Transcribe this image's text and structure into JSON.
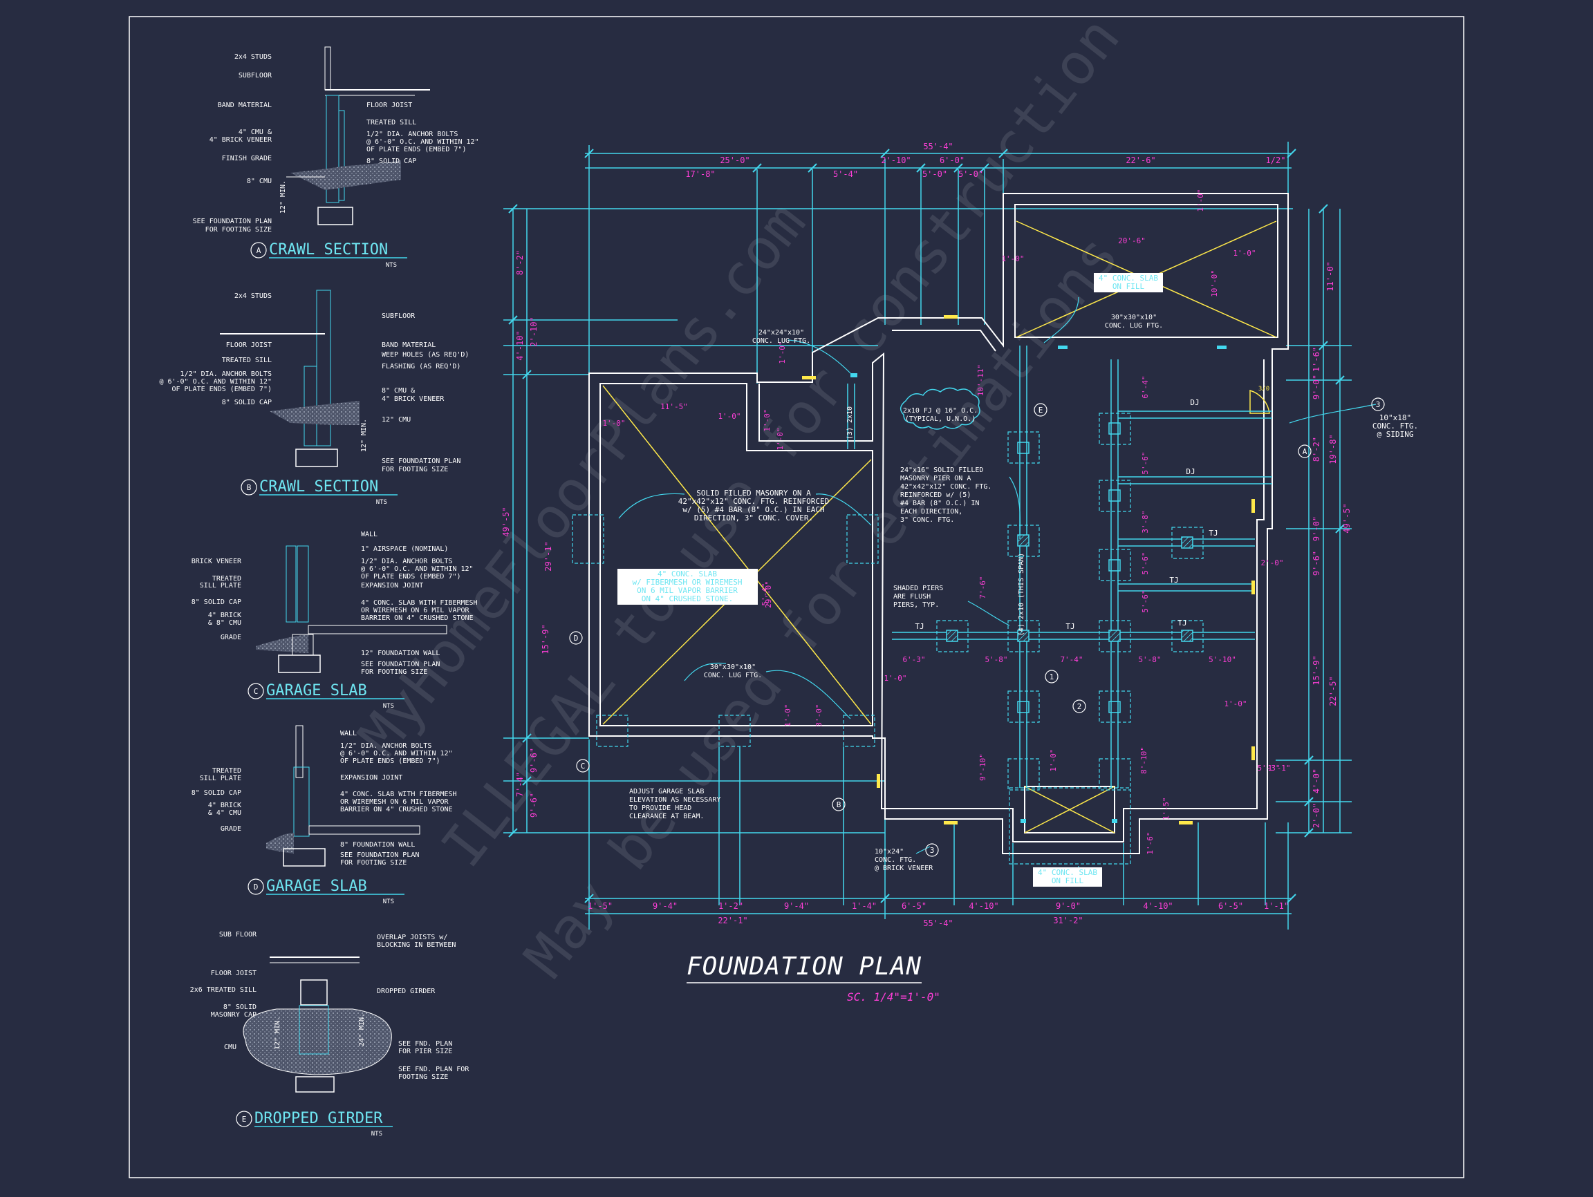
{
  "colors": {
    "background": "#272c41",
    "cyan": "#43d8ee",
    "white": "#ffffff",
    "magenta": "#ff3fd8",
    "yellow": "#ffe94a"
  },
  "plan": {
    "title": "FOUNDATION PLAN",
    "scale": "SC. 1/4\"=1'-0\"",
    "overall_top": "55'-4\"",
    "overall_bottom": "55'-4\"",
    "top_row": [
      "25'-0\"",
      "2'-10\"",
      "6'-0\"",
      "22'-6\"",
      "1/2\""
    ],
    "top_row2": [
      "17'-8\"",
      "5'-4\"",
      "5'-0\"",
      "5'-0\""
    ],
    "bottom_row": [
      "1'-5\"",
      "9'-4\"",
      "1'-2\"",
      "9'-4\"",
      "1'-4\"",
      "6'-5\"",
      "4'-10\"",
      "9'-0\"",
      "4'-10\"",
      "6'-5\"",
      "1'-1\""
    ],
    "bottom_row2": [
      "22'-1\"",
      "31'-2\""
    ],
    "left_dims": [
      "8'-2\"",
      "4'-10\"",
      "2'-10\"",
      "49'-5\"",
      "29'-1\"",
      "15'-9\"",
      "9'-6\"",
      "7'-4\"",
      "9'-6\""
    ],
    "right_dims": [
      "11'-0\"",
      "1'-6\"",
      "9'-0\"",
      "8'-2\"",
      "19'-8\"",
      "49'-5\"",
      "9'-0\"",
      "9'-6\"",
      "15'-9\"",
      "22'-5\"",
      "4'-0\"",
      "2'-0\""
    ],
    "room_dims": [
      "20'-6\"",
      "10'-0\"",
      "1'-0\"",
      "1'-0\"",
      "1'-0\"",
      "11'-5\"",
      "1'-0\"",
      "1'-0\"",
      "1'-0\"",
      "1'-0\"",
      "1'-0\"",
      "10'-11\"",
      "6'-4\"",
      "5'-6\"",
      "3'-8\"",
      "5'-6\"",
      "7'-6\"",
      "5'-6\"",
      "9'-10\"",
      "8'-10\"",
      "6'-3\"",
      "5'-8\"",
      "7'-4\"",
      "5'-8\"",
      "5'-10\"",
      "2'-0\"",
      "1'-0\"",
      "1'-0\"",
      "1'-0\"",
      "1'-0\"",
      "3'-0\"",
      "29'-0\"",
      "5'-4\"",
      "1'-5\"",
      "1'-6\"",
      "1'-1\"",
      "5'-3\""
    ],
    "notes": {
      "top_slab": [
        "4\" CONC. SLAB",
        "ON FILL"
      ],
      "lug_top": [
        "30\"x30\"x10\"",
        "CONC. LUG FTG."
      ],
      "lug_mid": [
        "24\"x24\"x10\"",
        "CONC. LUG FTG."
      ],
      "joist_note": [
        "2x10 FJ @ 16\" O.C.",
        "(TYPICAL, U.N.O.)"
      ],
      "masonry_note": [
        "SOLID FILLED MASONRY ON A",
        "42\"x42\"x12\" CONC. FTG. REINFORCED",
        "w/ (5) #4 BAR (8\" O.C.) IN EACH",
        "DIRECTION, 3\" CONC. COVER."
      ],
      "garage_slab": [
        "4\" CONC. SLAB",
        "w/ FIBERMESH OR WIREMESH",
        "ON 6 MIL VAPOR BARRIER",
        "ON 4\" CRUSHED STONE."
      ],
      "lug_garage": [
        "30\"x30\"x10\"",
        "CONC. LUG FTG."
      ],
      "pier_note": [
        "24\"x16\" SOLID FILLED",
        "MASONRY PIER ON A",
        "42\"x42\"x12\" CONC. FTG.",
        "REINFORCED w/ (5)",
        "#4 BAR (8\" O.C.) IN",
        "EACH DIRECTION,",
        "3\" CONC. FTG."
      ],
      "shaded_piers": [
        "SHADED PIERS",
        "ARE FLUSH",
        "PIERS, TYP."
      ],
      "siding_ftg": [
        "10\"x18\"",
        "CONC. FTG.",
        "@ SIDING"
      ],
      "brick_ftg": [
        "10\"x24\"",
        "CONC. FTG.",
        "@ BRICK VENEER"
      ],
      "adjust_note": [
        "ADJUST GARAGE SLAB",
        "ELEVATION AS NECESSARY",
        "TO PROVIDE HEAD",
        "CLEARANCE AT BEAM."
      ],
      "bottom_slab": [
        "4\" CONC. SLAB",
        "ON FILL"
      ],
      "girder": "(4) 2x10 (THIS SPAN)",
      "beam2": "(3) 2x10"
    },
    "markers": {
      "dj": "DJ",
      "tj": "TJ",
      "a": "A",
      "b": "B",
      "c": "C",
      "d": "D",
      "e": "E",
      "n1": "1",
      "n2": "2",
      "n3": "3",
      "cr": "3/0"
    }
  },
  "details": {
    "nts": "NTS",
    "a": {
      "letter": "A",
      "title": "CRAWL SECTION",
      "labels": [
        "2x4 STUDS",
        "SUBFLOOR",
        "BAND MATERIAL",
        "FLOOR JOIST",
        "TREATED SILL",
        "4\" CMU &",
        "4\" BRICK VENEER",
        "1/2\" DIA. ANCHOR BOLTS",
        "@ 6'-0\" O.C. AND WITHIN 12\"",
        "OF PLATE ENDS (EMBED 7\")",
        "FINISH GRADE",
        "8\" SOLID CAP",
        "8\" CMU",
        "12\" MIN.",
        "SEE FOUNDATION PLAN",
        "FOR FOOTING SIZE"
      ]
    },
    "b": {
      "letter": "B",
      "title": "CRAWL SECTION",
      "labels": [
        "2x4 STUDS",
        "SUBFLOOR",
        "FLOOR JOIST",
        "BAND MATERIAL",
        "TREATED SILL",
        "WEEP HOLES (AS REQ'D)",
        "FLASHING (AS REQ'D)",
        "1/2\" DIA. ANCHOR BOLTS",
        "@ 6'-0\" O.C. AND WITHIN 12\"",
        "OF PLATE ENDS (EMBED 7\")",
        "8\" CMU &",
        "4\" BRICK VENEER",
        "8\" SOLID CAP",
        "12\" CMU",
        "12\" MIN.",
        "SEE FOUNDATION PLAN",
        "FOR FOOTING SIZE"
      ]
    },
    "c": {
      "letter": "C",
      "title": "GARAGE SLAB",
      "labels": [
        "WALL",
        "1\" AIRSPACE (NOMINAL)",
        "BRICK VENEER",
        "1/2\" DIA. ANCHOR BOLTS",
        "@ 6'-0\" O.C. AND WITHIN 12\"",
        "OF PLATE ENDS (EMBED 7\")",
        "TREATED",
        "SILL PLATE",
        "EXPANSION JOINT",
        "8\" SOLID CAP",
        "4\" CONC. SLAB WITH FIBERMESH",
        "OR WIREMESH ON 6 MIL VAPOR",
        "BARRIER ON 4\" CRUSHED STONE",
        "4\" BRICK",
        "& 8\" CMU",
        "GRADE",
        "12\" FOUNDATION WALL",
        "SEE FOUNDATION PLAN",
        "FOR FOOTING SIZE"
      ]
    },
    "d": {
      "letter": "D",
      "title": "GARAGE SLAB",
      "labels": [
        "WALL",
        "1/2\" DIA. ANCHOR BOLTS",
        "@ 6'-0\" O.C. AND WITHIN 12\"",
        "OF PLATE ENDS (EMBED 7\")",
        "TREATED",
        "SILL PLATE",
        "EXPANSION JOINT",
        "8\" SOLID CAP",
        "4\" CONC. SLAB WITH FIBERMESH",
        "OR WIREMESH ON 6 MIL VAPOR",
        "BARRIER ON 4\" CRUSHED STONE",
        "4\" BRICK",
        "& 4\" CMU",
        "GRADE",
        "8\" FOUNDATION WALL",
        "SEE FOUNDATION PLAN",
        "FOR FOOTING SIZE"
      ]
    },
    "e": {
      "letter": "E",
      "title": "DROPPED GIRDER",
      "labels": [
        "SUB FLOOR",
        "OVERLAP JOISTS w/",
        "BLOCKING IN BETWEEN",
        "FLOOR JOIST",
        "2x6 TREATED SILL",
        "DROPPED GIRDER",
        "8\" SOLID",
        "MASONRY CAP",
        "12\" MIN.",
        "24\" MIN.",
        "CMU",
        "SEE FND. PLAN",
        "FOR PIER SIZE",
        "SEE FND. PLAN FOR",
        "FOOTING SIZE"
      ]
    }
  },
  "watermark": [
    "MyHomeFloorPlans.com",
    "ILLEGAL to use for construction",
    "May be used for estimations"
  ]
}
